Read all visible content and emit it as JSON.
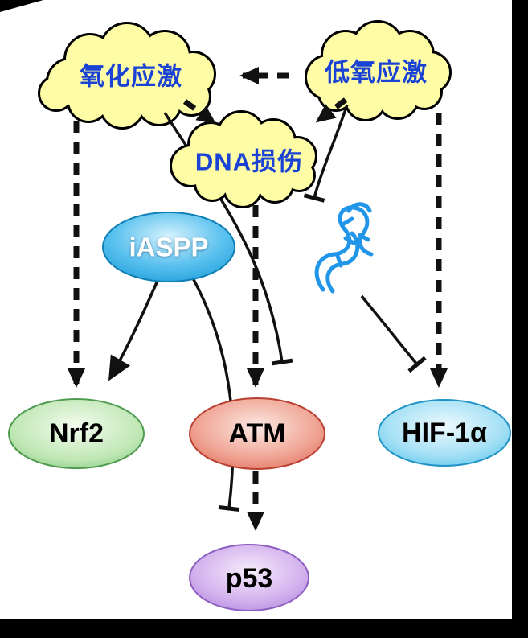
{
  "diagram": {
    "clouds": {
      "oxidative": {
        "label": "氧化应激"
      },
      "hypoxia": {
        "label": "低氧应激"
      },
      "dna_damage": {
        "label": "DNA损伤"
      }
    },
    "nodes": {
      "iaspp": {
        "label": "iASPP",
        "color": "#2ba7e8"
      },
      "nrf2": {
        "label": "Nrf2",
        "color": "#6fbf6f"
      },
      "atm": {
        "label": "ATM",
        "color": "#de5f4f"
      },
      "hif1a": {
        "label": "HIF-1α",
        "color": "#45bcea"
      },
      "p53": {
        "label": "p53",
        "color": "#af7fdc"
      }
    },
    "icons": {
      "rna_squiggle": "rna-squiggle-icon"
    },
    "colors": {
      "cloud_fill": "#fffca6",
      "cloud_text": "#1a43d6",
      "arrow": "#111111",
      "rna_icon": "#2196e8",
      "frame_bar": "#000000"
    },
    "edges": [
      {
        "from": "低氧应激",
        "to": "氧化应激",
        "style": "dashed-arrow"
      },
      {
        "from": "氧化应激",
        "to": "DNA损伤",
        "style": "dashed-arrow"
      },
      {
        "from": "低氧应激",
        "to": "DNA损伤",
        "style": "dashed-arrow"
      },
      {
        "from": "氧化应激",
        "to": "Nrf2",
        "style": "dashed-arrow"
      },
      {
        "from": "DNA损伤",
        "to": "ATM",
        "style": "dashed-arrow"
      },
      {
        "from": "低氧应激",
        "to": "HIF-1α",
        "style": "dashed-arrow"
      },
      {
        "from": "ATM",
        "to": "p53",
        "style": "dashed-arrow"
      },
      {
        "from": "iASPP",
        "to": "Nrf2",
        "style": "solid-arrow"
      },
      {
        "from": "iASPP",
        "to": "p53",
        "style": "inhibition"
      },
      {
        "from": "氧化应激",
        "to": "ATM",
        "style": "inhibition"
      },
      {
        "from": "低氧应激",
        "to": "RNA",
        "style": "inhibition"
      },
      {
        "from": "RNA",
        "to": "HIF-1α",
        "style": "inhibition"
      }
    ]
  }
}
